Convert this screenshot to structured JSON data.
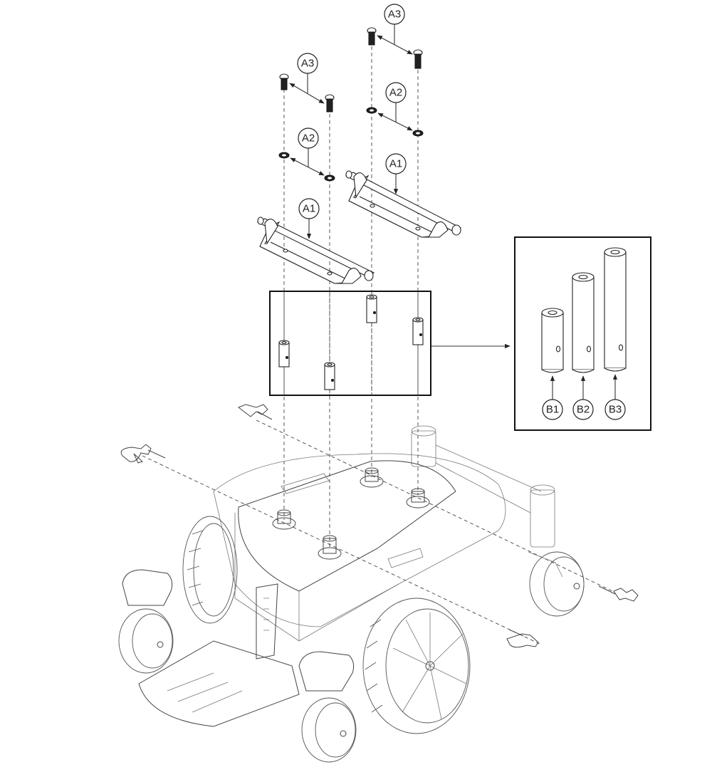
{
  "figure": {
    "subject": "Power wheelchair base – seat post mounting brackets exploded view",
    "background_color": "#ffffff",
    "line_color": "#222222"
  },
  "callouts": {
    "a3_left": "A3",
    "a3_right": "A3",
    "a2_left": "A2",
    "a2_right": "A2",
    "a1_left": "A1",
    "a1_right": "A1",
    "b1": "B1",
    "b2": "B2",
    "b3": "B3"
  },
  "parts": [
    {
      "id": "A1",
      "description": "seat mounting bracket",
      "count_shown": 2
    },
    {
      "id": "A2",
      "description": "washer",
      "count_shown": 4
    },
    {
      "id": "A3",
      "description": "socket head screw",
      "count_shown": 4
    },
    {
      "id": "B1",
      "description": "seat post (short)",
      "count_shown": 1
    },
    {
      "id": "B2",
      "description": "seat post (medium)",
      "count_shown": 1
    },
    {
      "id": "B3",
      "description": "seat post (tall)",
      "count_shown": 1
    }
  ],
  "detail_views": {
    "seat_posts_group": "4 seat posts in base",
    "seat_post_sizes": "B1, B2, B3 size options"
  }
}
